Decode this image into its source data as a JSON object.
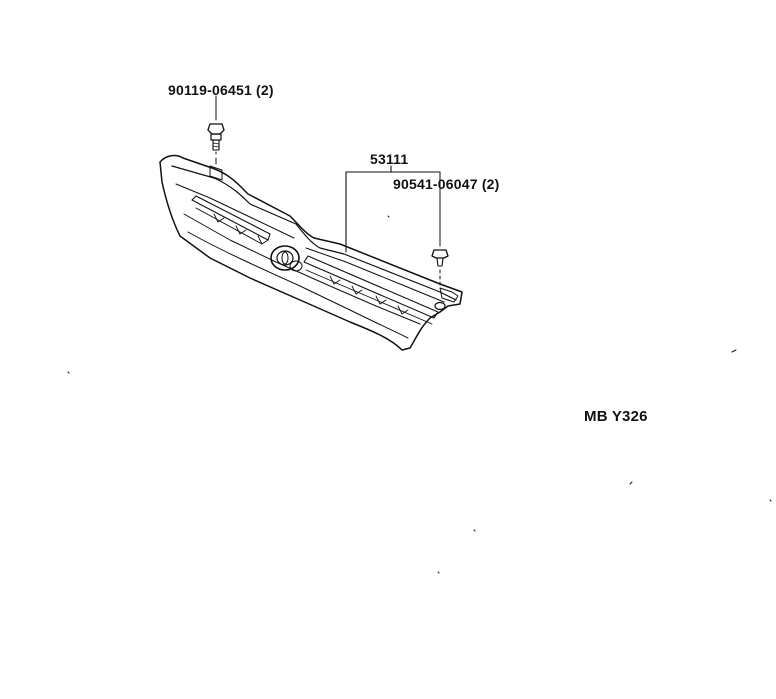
{
  "diagram": {
    "parts": [
      {
        "part_number": "90119-06451",
        "quantity": "(2)",
        "text": "90119-06451 (2)"
      },
      {
        "part_number": "53111",
        "quantity": "",
        "text": "53111"
      },
      {
        "part_number": "90541-06047",
        "quantity": "(2)",
        "text": "90541-06047 (2)"
      }
    ],
    "illustration_code": "MB Y326"
  }
}
